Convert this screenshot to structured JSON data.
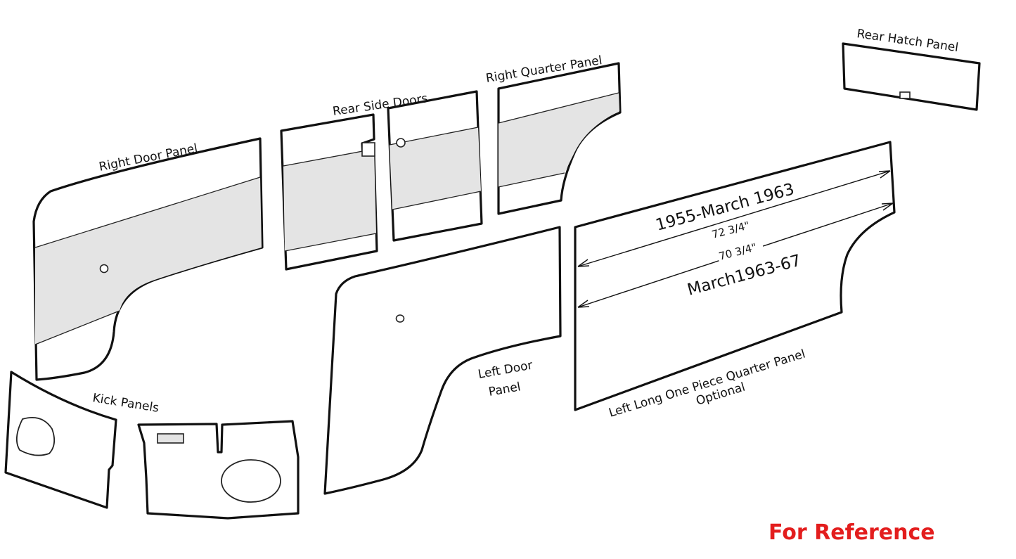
{
  "labels": {
    "right_door_panel": "Right Door Panel",
    "rear_side_doors": "Rear Side Doors",
    "right_quarter_panel": "Right Quarter Panel",
    "rear_hatch_panel": "Rear Hatch Panel",
    "kick_panels": "Kick Panels",
    "left_door_panel_line1": "Left Door",
    "left_door_panel_line2": "Panel",
    "left_long_quarter_line1": "Left Long One Piece Quarter Panel",
    "left_long_quarter_line2": "Optional"
  },
  "dimensions": {
    "era_early": "1955-March 1963",
    "length_early": "72 3/4\"",
    "length_late": "70 3/4\"",
    "era_late": "March1963-67"
  },
  "reference_note": "For Reference",
  "colors": {
    "outline": "#111111",
    "band_fill": "#e4e4e4",
    "reference_red": "#e31d1d"
  }
}
